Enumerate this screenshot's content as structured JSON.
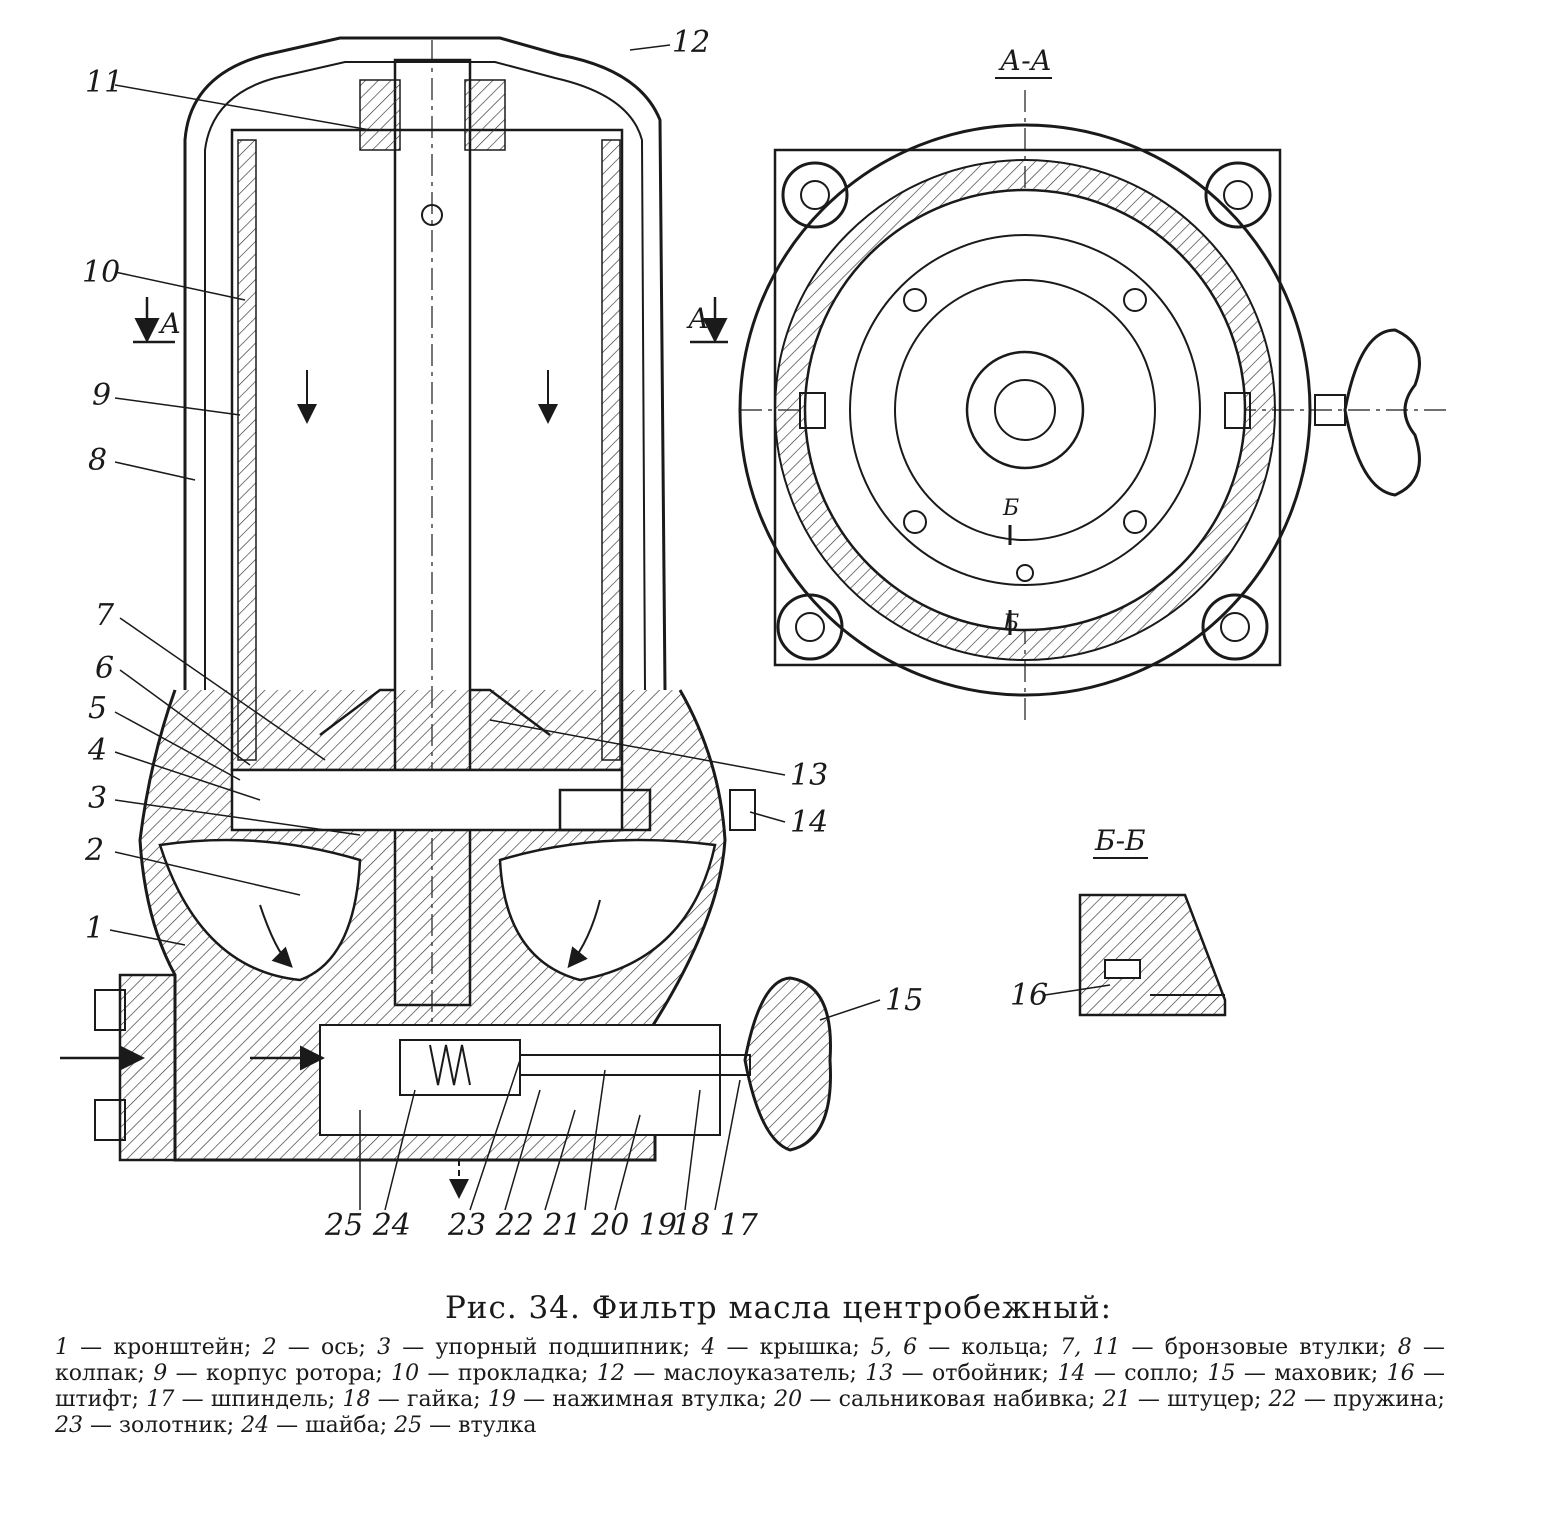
{
  "figure": {
    "title": "Рис. 34. Фильтр масла центробежный:",
    "section_labels": {
      "aa": "А-А",
      "bb": "Б-Б",
      "cut_a_left": "А",
      "cut_a_right": "А",
      "cut_b_top": "Б",
      "cut_b_bottom": "Б"
    },
    "callouts": [
      "1",
      "2",
      "3",
      "4",
      "5",
      "6",
      "7",
      "8",
      "9",
      "10",
      "11",
      "12",
      "13",
      "14",
      "15",
      "16",
      "17",
      "18",
      "19",
      "20",
      "21",
      "22",
      "23",
      "24",
      "25"
    ],
    "bottom_callouts": {
      "g1": "25 24",
      "g2": "23 22 21 20 19",
      "g3": "18 17"
    },
    "legend": [
      {
        "num": "1",
        "text": "кронштейн;"
      },
      {
        "num": "2",
        "text": "ось;"
      },
      {
        "num": "3",
        "text": "упорный подшипник;"
      },
      {
        "num": "4",
        "text": "крышка;"
      },
      {
        "num": "5, 6",
        "text": "кольца;"
      },
      {
        "num": "7, 11",
        "text": "бронзовые втулки;"
      },
      {
        "num": "8",
        "text": "колпак;"
      },
      {
        "num": "9",
        "text": "корпус ротора;"
      },
      {
        "num": "10",
        "text": "прокладка;"
      },
      {
        "num": "12",
        "text": "маслоуказатель;"
      },
      {
        "num": "13",
        "text": "отбойник;"
      },
      {
        "num": "14",
        "text": "сопло;"
      },
      {
        "num": "15",
        "text": "маховик;"
      },
      {
        "num": "16",
        "text": "штифт;"
      },
      {
        "num": "17",
        "text": "шпиндель;"
      },
      {
        "num": "18",
        "text": "гайка;"
      },
      {
        "num": "19",
        "text": "нажимная втулка;"
      },
      {
        "num": "20",
        "text": "сальниковая набивка;"
      },
      {
        "num": "21",
        "text": "штуцер;"
      },
      {
        "num": "22",
        "text": "пружина;"
      },
      {
        "num": "23",
        "text": "золотник;"
      },
      {
        "num": "24",
        "text": "шайба;"
      },
      {
        "num": "25",
        "text": "втулка"
      }
    ]
  }
}
